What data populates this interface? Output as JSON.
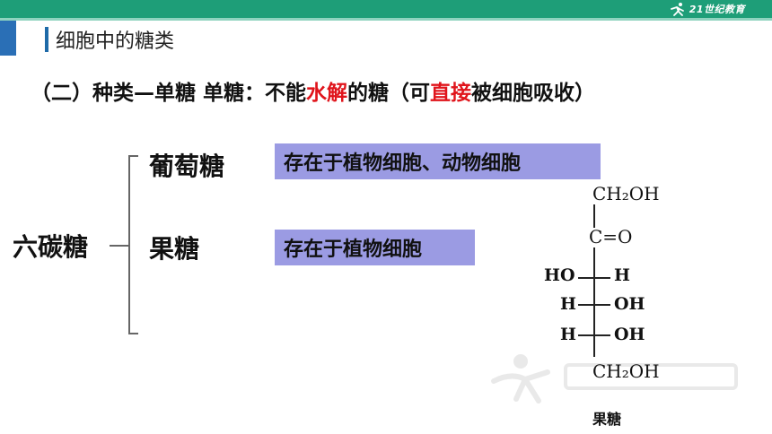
{
  "header": {
    "logo_text": "21世纪教育",
    "brand_color": "#1e9e78"
  },
  "page_title": "细胞中的糖类",
  "heading": {
    "part1": "（二）种类—单糖   单糖：不能",
    "red1": "水解",
    "part2": "的糖（可",
    "red2": "直接",
    "part3": "被细胞吸收）",
    "highlight_color": "#e0141b"
  },
  "category": {
    "label": "六碳糖",
    "items": [
      {
        "name": "葡萄糖",
        "note": "存在于植物细胞、动物细胞"
      },
      {
        "name": "果糖",
        "note": "存在于植物细胞"
      }
    ]
  },
  "structure": {
    "top_group": "CH₂OH",
    "carbonyl": "C=O",
    "rows": [
      {
        "left": "HO",
        "right": "H"
      },
      {
        "left": "H",
        "right": "OH"
      },
      {
        "left": "H",
        "right": "OH"
      }
    ],
    "bottom_group": "CH₂OH",
    "caption": "果糖"
  },
  "box_color": "#9b9be3"
}
